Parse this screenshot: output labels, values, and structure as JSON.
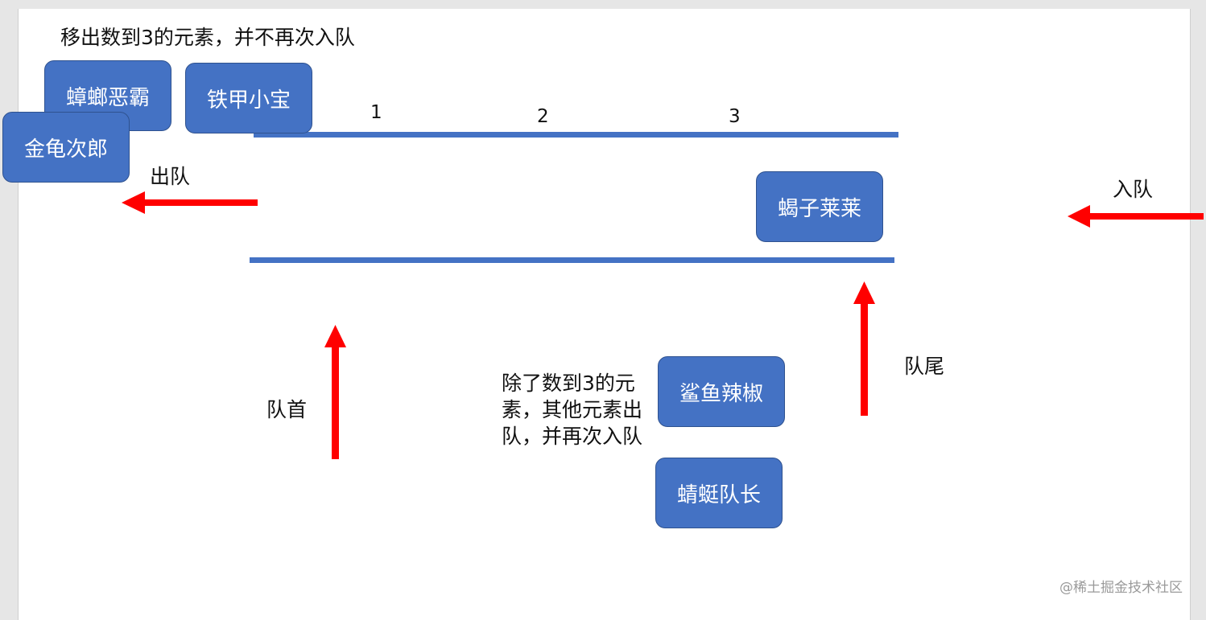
{
  "colors": {
    "node_fill": "#4472c4",
    "node_border": "#2f528f",
    "queue_line": "#4472c4",
    "arrow": "#ff0000",
    "text": "#111111"
  },
  "title": "移出数到3的元素，并不再次入队",
  "positions": [
    "1",
    "2",
    "3"
  ],
  "labels": {
    "dequeue": "出队",
    "enqueue": "入队",
    "head": "队首",
    "tail": "队尾",
    "note": "除了数到3的元素，其他元素出队，并再次入队"
  },
  "nodes": {
    "zhanglang": "蟑螂恶霸",
    "tiejia": "铁甲小宝",
    "jingui": "金龟次郎",
    "xiezi": "蝎子莱莱",
    "shayu": "鲨鱼辣椒",
    "qingting": "蜻蜓队长"
  },
  "watermark": "@稀土掘金技术社区"
}
